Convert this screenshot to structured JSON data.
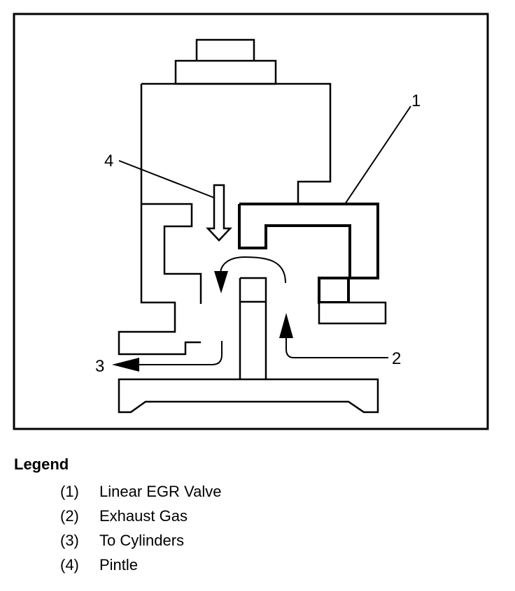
{
  "callouts": {
    "valve": "1",
    "exhaust": "2",
    "cylinders": "3",
    "pintle": "4"
  },
  "legend": {
    "title": "Legend",
    "items": [
      {
        "num": "(1)",
        "label": "Linear EGR Valve"
      },
      {
        "num": "(2)",
        "label": "Exhaust Gas"
      },
      {
        "num": "(3)",
        "label": "To Cylinders"
      },
      {
        "num": "(4)",
        "label": "Pintle"
      }
    ]
  },
  "colors": {
    "stroke": "#000000",
    "background": "#ffffff"
  }
}
